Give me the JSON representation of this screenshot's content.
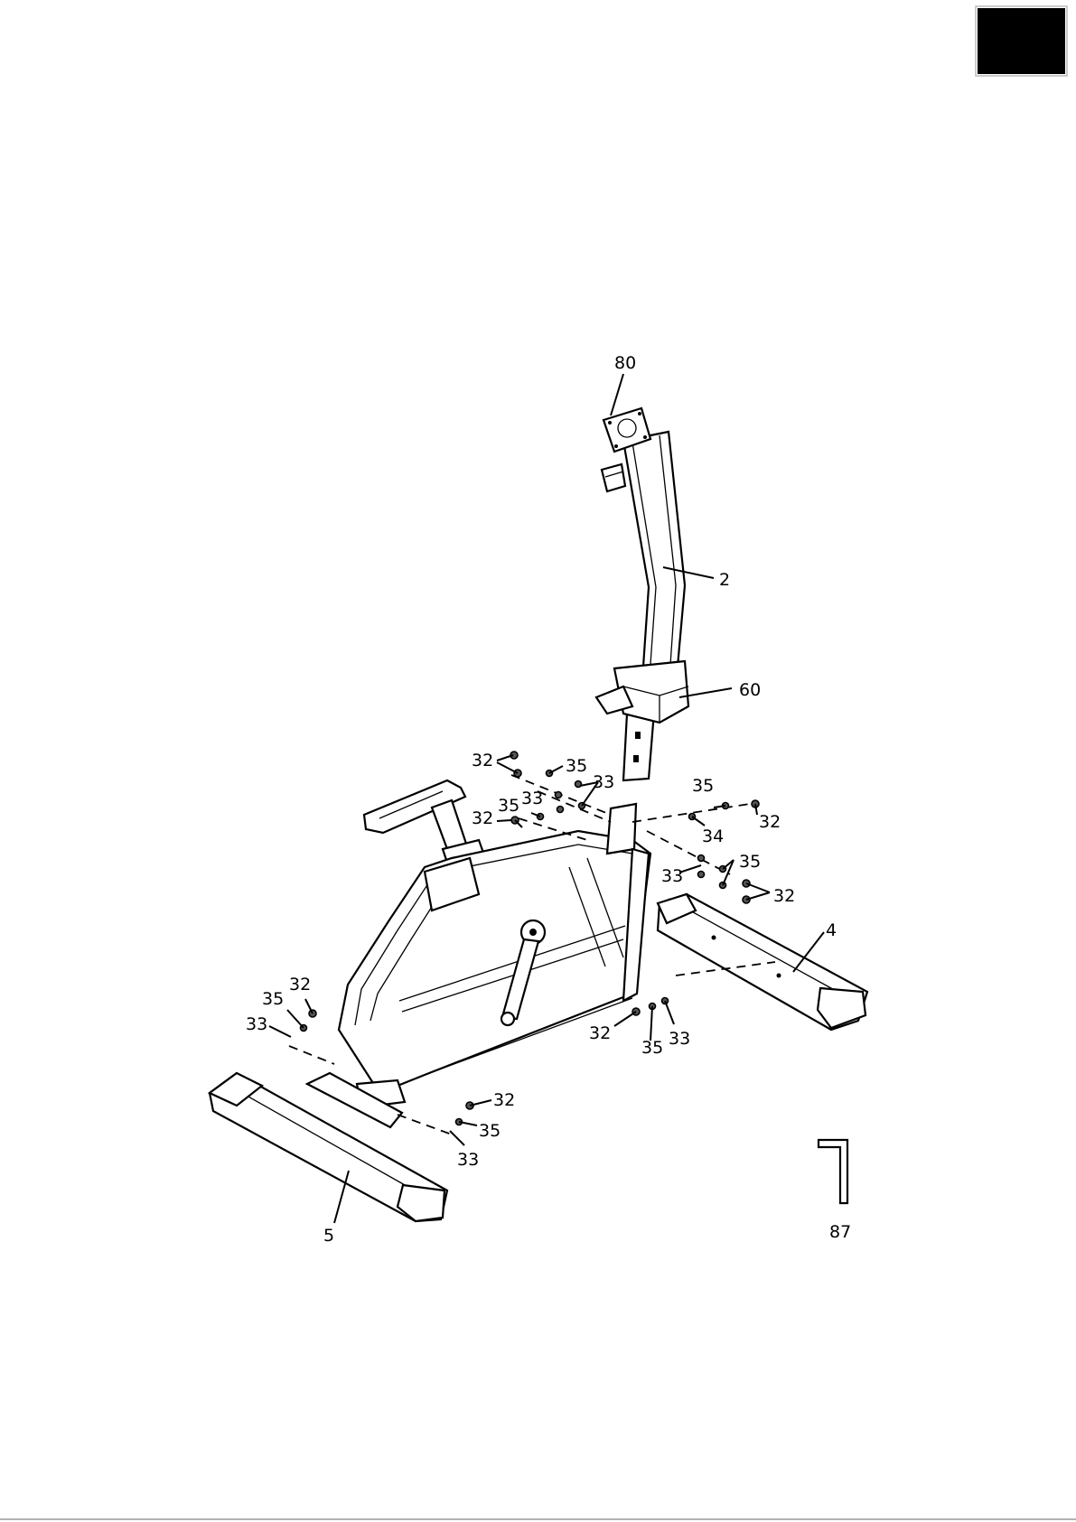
{
  "page": {
    "corner_tab_color": "#000000",
    "line_color": "#000000",
    "background": "#ffffff"
  },
  "callouts": {
    "c80": "80",
    "c2": "2",
    "c60": "60",
    "c32a": "32",
    "c35a": "35",
    "c33a": "33",
    "c33b": "33",
    "c32b": "32",
    "c35b": "35",
    "c35c": "35",
    "c32c": "32",
    "c34": "34",
    "c35d": "35",
    "c33c": "33",
    "c32d": "32",
    "c4": "4",
    "c32e": "32",
    "c35e": "35",
    "c33d": "33",
    "c32f": "32",
    "c35f": "35",
    "c33e": "33",
    "c32g": "32",
    "c35g": "35",
    "c33f": "33",
    "c5": "5",
    "c87": "87"
  }
}
